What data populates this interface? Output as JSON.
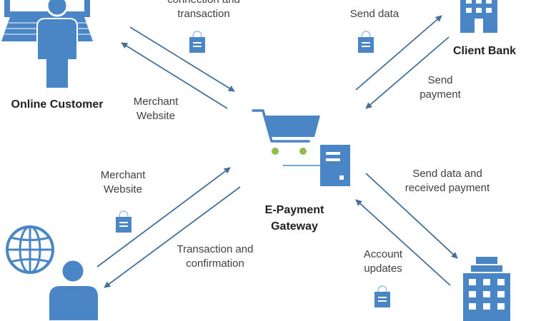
{
  "nodes": {
    "online_customer": "Online Customer",
    "client_bank": "Client Bank",
    "gateway": "E-Payment Gateway"
  },
  "edges": {
    "customer_to_gateway": "connection and transaction",
    "gateway_to_customer": "Merchant Website",
    "gateway_to_client_bank": "Send data",
    "client_bank_to_gateway": "Send payment",
    "merchant_to_gateway": "Merchant Website",
    "gateway_to_merchant": "Transaction and confirmation",
    "gateway_to_merchant_bank": "Send data and received payment",
    "merchant_bank_to_gateway": "Account updates"
  },
  "colors": {
    "icon": "#4a86c5",
    "icon_dark": "#2f6aa8",
    "arrow": "#456f99",
    "text": "#404040"
  }
}
